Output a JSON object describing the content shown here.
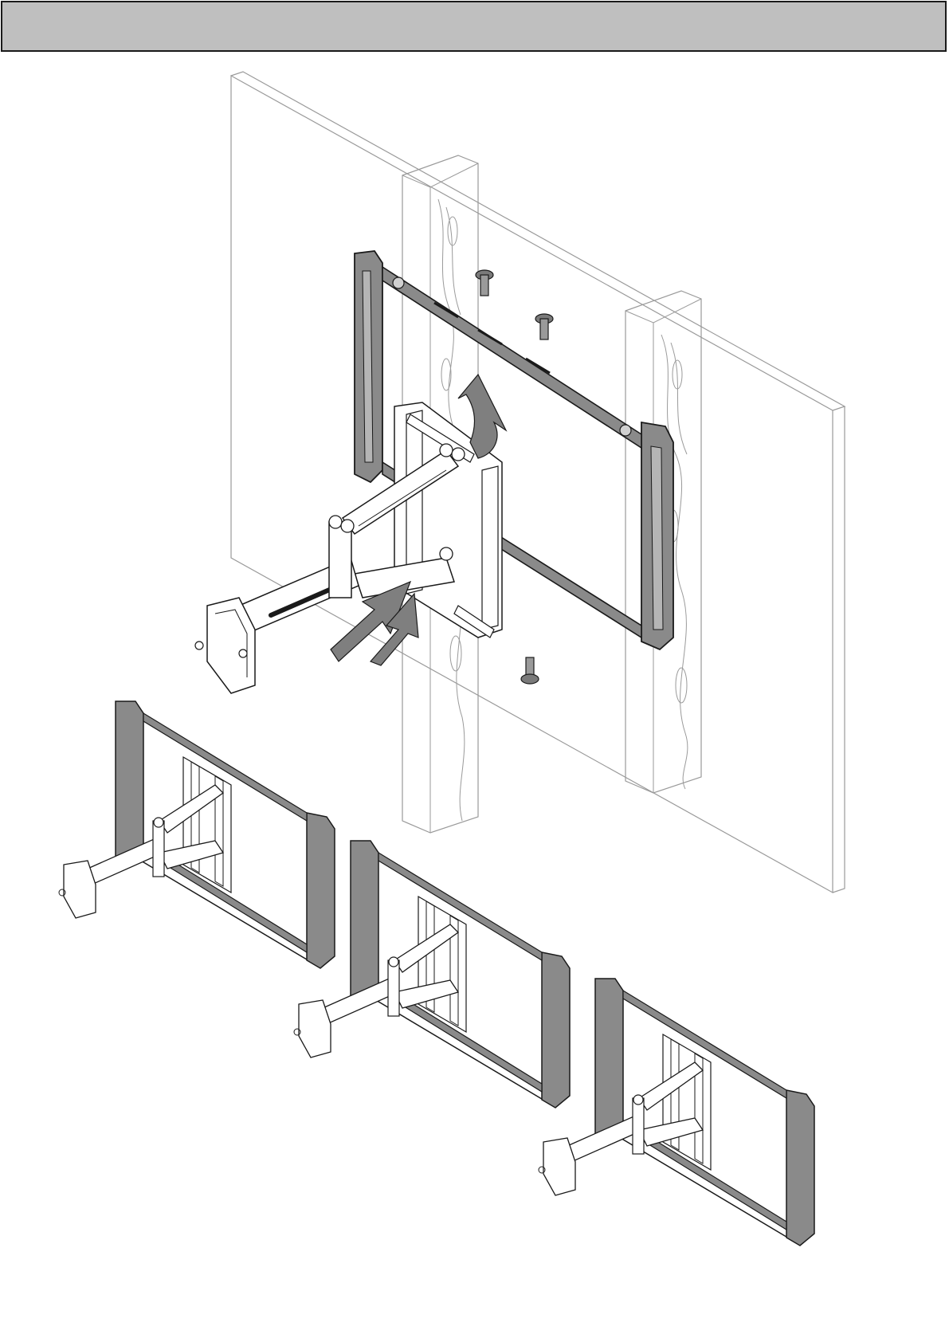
{
  "page": {
    "header": {
      "title": ""
    },
    "colors": {
      "header_fill": "#bfbfbf",
      "line": "#1a1a1a",
      "frame_gray": "#8a8a8a",
      "arrow_gray": "#7f7f7f",
      "wall_line": "#9a9a9a"
    },
    "illustrations": [
      {
        "name": "wall-mount-installation",
        "description": ""
      },
      {
        "name": "arm-extended-position",
        "description": ""
      },
      {
        "name": "arm-half-position",
        "description": ""
      },
      {
        "name": "arm-folded-position",
        "description": ""
      }
    ]
  }
}
